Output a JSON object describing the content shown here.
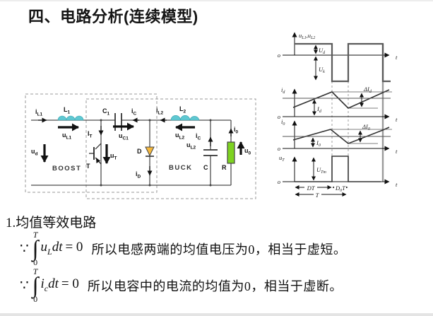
{
  "title": "四、电路分析(连续模型)",
  "colors": {
    "inductor": "#5fc8d2",
    "diode": "#f5b83d",
    "resistor": "#7ed321"
  },
  "circuit": {
    "boost": "BOOST",
    "buck": "BUCK",
    "iL1": {
      "b": "i",
      "s": "L1"
    },
    "L1": {
      "b": "L",
      "s": "1"
    },
    "uL1": {
      "b": "u",
      "s": "L1"
    },
    "ud": {
      "b": "u",
      "s": "d"
    },
    "IT": {
      "b": "I",
      "s": "T"
    },
    "T": "T",
    "uT": {
      "b": "u",
      "s": "T"
    },
    "C1": {
      "b": "C",
      "s": "1"
    },
    "iC": {
      "b": "i",
      "s": "C"
    },
    "uC1": {
      "b": "u",
      "s": "C1"
    },
    "D": "D",
    "iD": {
      "b": "i",
      "s": "D"
    },
    "iL2": {
      "b": "i",
      "s": "L2"
    },
    "L2": {
      "b": "L",
      "s": "2"
    },
    "uL2": {
      "b": "u",
      "s": "L2"
    },
    "iC2": {
      "b": "i",
      "s": "C"
    },
    "uC2": {
      "b": "u",
      "s": "L2"
    },
    "C": "C",
    "R": "R",
    "i0": {
      "b": "i",
      "s": "0"
    },
    "u0": {
      "b": "u",
      "s": "0"
    }
  },
  "waveforms": {
    "o": "o",
    "t": "t",
    "p1": {
      "l1b": "u",
      "l1s": "L1",
      "sep": ",",
      "l2b": "u",
      "l2s": "L2",
      "Ud_b": "U",
      "Ud_s": "d",
      "Uk_b": "U",
      "Uk_s": "k"
    },
    "p2": {
      "axis_b": "i",
      "axis_s": "d",
      "avg_b": "I",
      "avg_s": "d",
      "rip_b": "ΔI",
      "rip_s": "d"
    },
    "p3": {
      "axis_b": "i",
      "axis_s": "0",
      "avg_b": "I",
      "avg_s": "0",
      "rip_b": "ΔI",
      "rip_s": "0"
    },
    "p4": {
      "axis_b": "u",
      "axis_s": "T",
      "amp_b": "U",
      "amp_s": "Tm",
      "DT": "DT",
      "D0T_b": "D",
      "D0T_s": "0",
      "D0T_T": "T",
      "T": "T"
    }
  },
  "section": {
    "heading": "1.均值等效电路",
    "because": "∵",
    "int": "∫",
    "f1": {
      "up": "T",
      "lo": "0",
      "v": "u",
      "vs": "L",
      "dt": "dt",
      "eq": "= 0"
    },
    "f1_text": "所以电感两端的均值电压为0，相当于虚短。",
    "f2": {
      "up": "T",
      "lo": "0",
      "v": "i",
      "vs": "c",
      "dt": "dt",
      "eq": "= 0"
    },
    "f2_text": "所以电容中的电流的均值为0，相当于虚断。"
  }
}
